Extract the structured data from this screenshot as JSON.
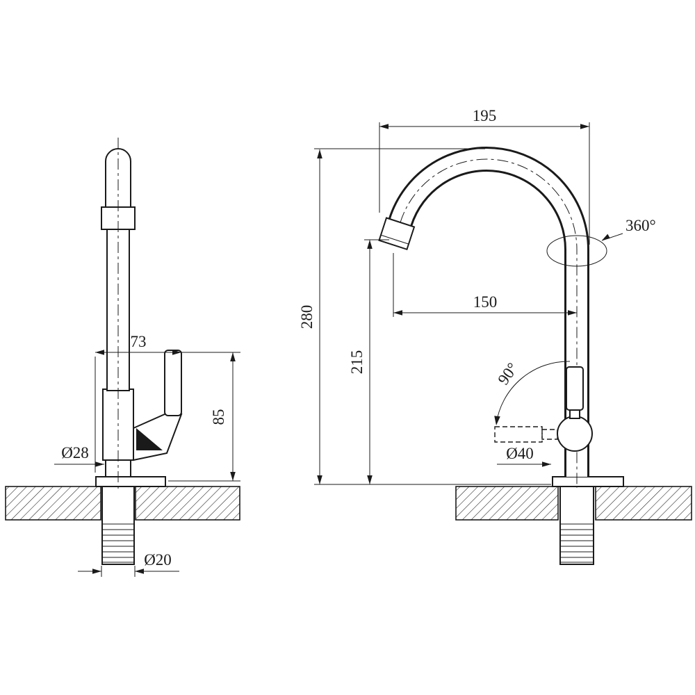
{
  "side_view": {
    "dim_width": "73",
    "dim_height": "85",
    "dim_base_diameter": "Ø28",
    "dim_thread_diameter": "Ø20"
  },
  "front_view": {
    "dim_spout_span": "195",
    "dim_spout_reach": "150",
    "dim_total_height": "280",
    "dim_spout_height": "215",
    "dim_swivel_angle": "360°",
    "dim_handle_angle": "90°",
    "dim_base_diameter": "Ø40"
  },
  "colors": {
    "line": "#1a1a1a",
    "background": "#ffffff"
  }
}
